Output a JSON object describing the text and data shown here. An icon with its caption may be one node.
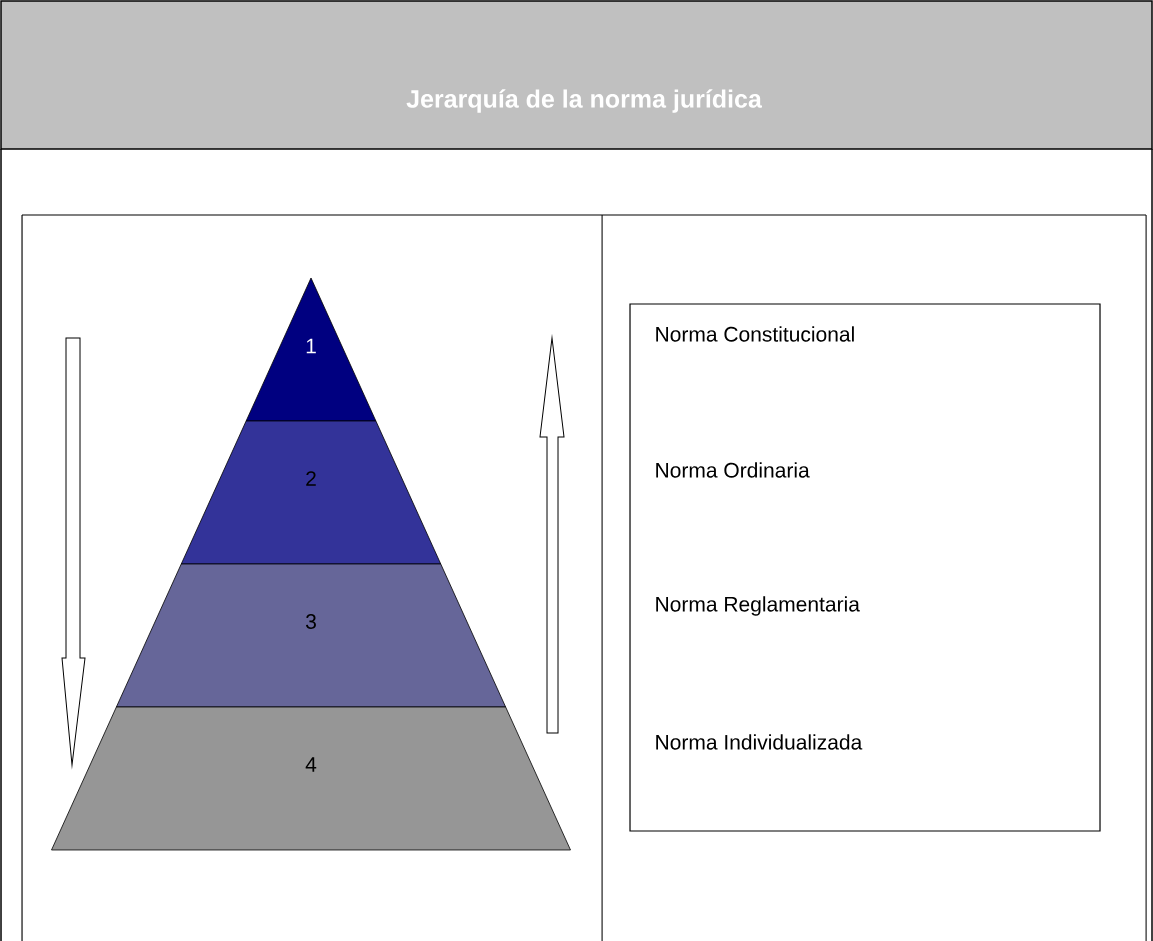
{
  "diagram": {
    "title": "Jerarquía de la norma jurídica",
    "nodes": [
      {
        "text": [
          "1"
        ]
      },
      {
        "text": [
          "2"
        ]
      },
      {
        "text": [
          "3"
        ]
      },
      {
        "text": [
          "4"
        ]
      },
      {
        "text": [
          "Norma Constitucional",
          "Norma Ordinaria",
          "Norma Reglamentaria",
          "Norma Individualizada"
        ]
      }
    ]
  }
}
